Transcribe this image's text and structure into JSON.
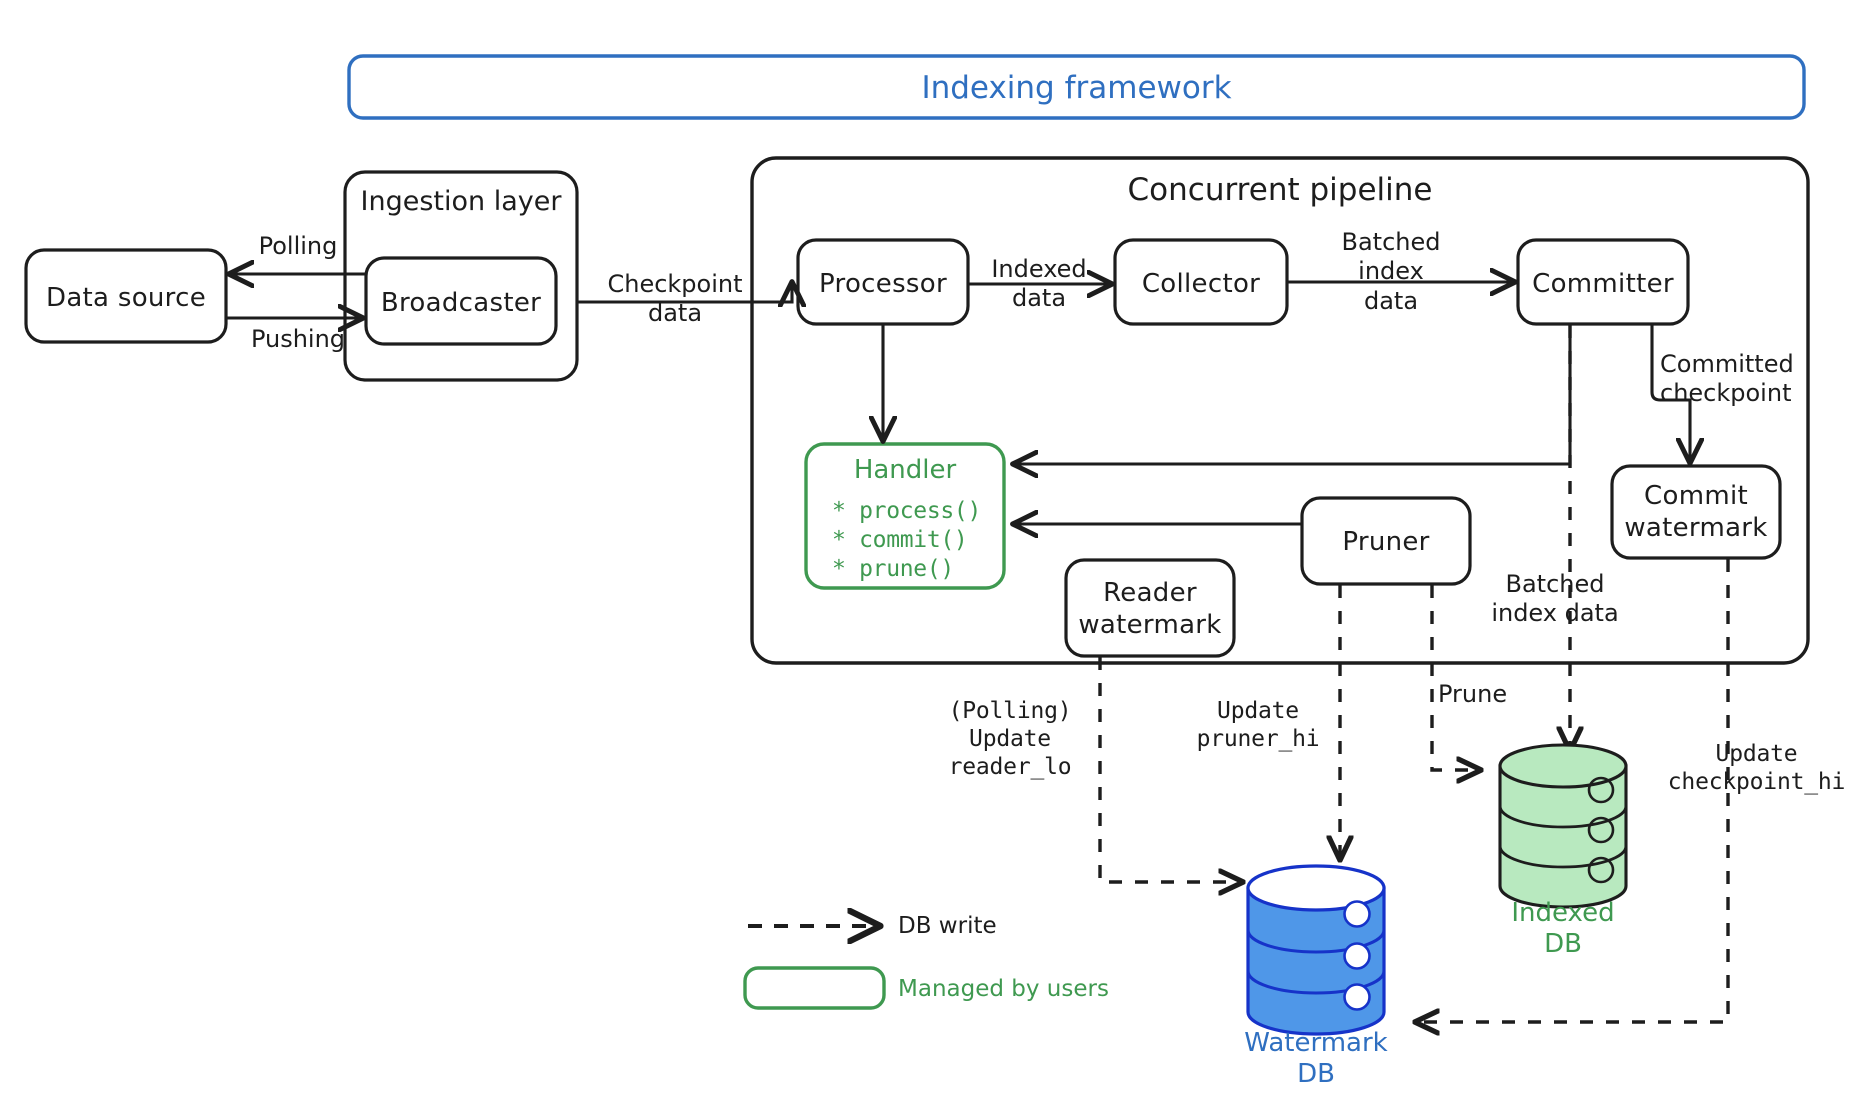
{
  "diagram": {
    "title": "Indexing framework",
    "title_color": "#2f6fc0",
    "accent_green": "#3f9950",
    "accent_blue": "#2f6fc0",
    "stroke": "#1d1d1d"
  },
  "groups": {
    "indexing_framework": {
      "label": "Indexing framework"
    },
    "ingestion_layer": {
      "label": "Ingestion layer"
    },
    "concurrent_pipeline": {
      "label": "Concurrent pipeline"
    }
  },
  "nodes": {
    "data_source": {
      "label": "Data source"
    },
    "broadcaster": {
      "label": "Broadcaster"
    },
    "processor": {
      "label": "Processor"
    },
    "collector": {
      "label": "Collector"
    },
    "committer": {
      "label": "Committer"
    },
    "commit_watermark": {
      "label": "Commit\nwatermark"
    },
    "reader_watermark": {
      "label": "Reader\nwatermark"
    },
    "pruner": {
      "label": "Pruner"
    },
    "handler": {
      "title": "Handler",
      "methods": [
        "* process()",
        "* commit()",
        "* prune()"
      ]
    }
  },
  "databases": {
    "watermark_db": {
      "label": "Watermark\nDB",
      "color": "#3b82e0",
      "fill": "#4f97e8"
    },
    "indexed_db": {
      "label": "Indexed\nDB",
      "color": "#3f9950",
      "fill": "#b8e9bf"
    }
  },
  "edges": {
    "polling": "Polling",
    "pushing": "Pushing",
    "checkpoint_data": "Checkpoint\ndata",
    "indexed_data": "Indexed\ndata",
    "batched_index_data": "Batched\nindex\ndata",
    "committed_checkpoint": "Committed\ncheckpoint",
    "batched_index_data_2": "Batched\nindex data",
    "prune": "Prune",
    "update_reader_lo": "(Polling)\nUpdate\nreader_lo",
    "update_pruner_hi": "Update\npruner_hi",
    "update_checkpoint_hi": "Update\ncheckpoint_hi"
  },
  "legend": {
    "items": [
      {
        "key": "db-write",
        "label": "DB write",
        "style": "dashed-arrow",
        "color": "#1d1d1d"
      },
      {
        "key": "managed-by-users",
        "label": "Managed by users",
        "style": "green-box",
        "color": "#3f9950"
      }
    ]
  }
}
